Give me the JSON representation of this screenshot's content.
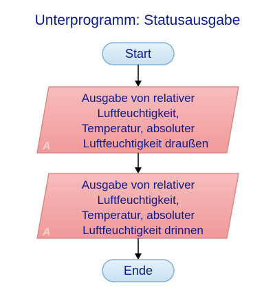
{
  "title": "Unterprogramm: Statusausgabe",
  "colors": {
    "text": "#0a1a8c",
    "terminal_fill": "#d5e9f7",
    "terminal_stroke": "#7fb3d5",
    "io_fill": "#f4aaaa",
    "io_stroke": "#d88a8a",
    "io_marker": "#f7c7c7",
    "arrow": "#000000"
  },
  "nodes": {
    "start": {
      "label": "Start"
    },
    "output_outside": {
      "lines": [
        "Ausgabe von relativer",
        "Luftfeuchtigkeit,",
        "Temperatur, absoluter",
        "Luftfeuchtigkeit draußen"
      ],
      "marker": "A"
    },
    "output_inside": {
      "lines": [
        "Ausgabe von relativer",
        "Luftfeuchtigkeit,",
        "Temperatur, absoluter",
        "Luftfeuchtigkeit drinnen"
      ],
      "marker": "A"
    },
    "end": {
      "label": "Ende"
    }
  }
}
